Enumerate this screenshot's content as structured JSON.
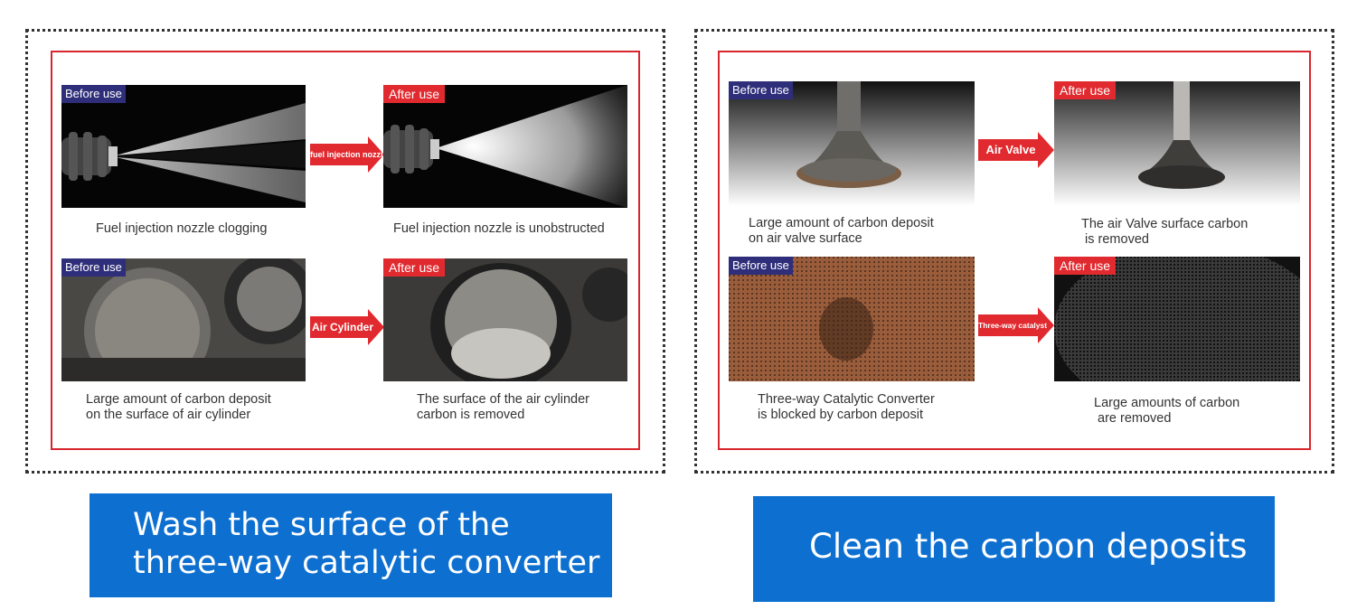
{
  "left_panel": {
    "items": [
      {
        "before_tag": "Before use",
        "arrow_label": "fuel injection nozzle",
        "after_tag": "After use",
        "caption_before": "Fuel injection nozzle clogging",
        "caption_after": "Fuel injection nozzle is unobstructed"
      },
      {
        "before_tag": "Before use",
        "arrow_label": "Air Cylinder",
        "after_tag": "After use",
        "caption_before": "Large amount of carbon deposit\non the surface of air cylinder",
        "caption_after": "The surface of the air cylinder\ncarbon is removed"
      }
    ]
  },
  "right_panel": {
    "items": [
      {
        "before_tag": "Before use",
        "arrow_label": "Air Valve",
        "after_tag": "After use",
        "caption_before": "Large amount of carbon deposit\non air valve surface",
        "caption_after": "The air Valve surface carbon\n is removed"
      },
      {
        "before_tag": "Before use",
        "arrow_label": "Three-way catalyst",
        "after_tag": "After use",
        "caption_before": "Three-way Catalytic Converter\nis blocked by carbon deposit",
        "caption_after": "Large amounts of carbon\n are removed"
      }
    ]
  },
  "banners": {
    "left_line1": "Wash the surface of the",
    "left_line2": "three-way catalytic converter",
    "right": "Clean the carbon deposits"
  },
  "colors": {
    "frame_red": "#d8262e",
    "banner_blue": "#0d6fd0",
    "tag_before": "#2f2e7a",
    "tag_after": "#e12a2f"
  }
}
